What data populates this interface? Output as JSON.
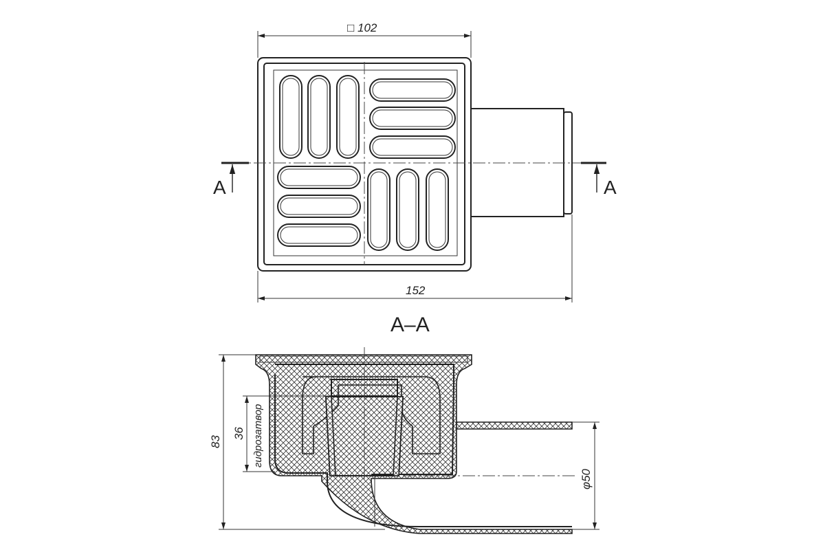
{
  "top_view": {
    "dim_width": "□ 102",
    "dim_overall": "152",
    "section_mark_left": "A",
    "section_mark_right": "A"
  },
  "section_view": {
    "title": "A–A",
    "dim_height": "83",
    "dim_seal": "36",
    "seal_label": "гидрозатвор",
    "dim_pipe": "φ50"
  }
}
